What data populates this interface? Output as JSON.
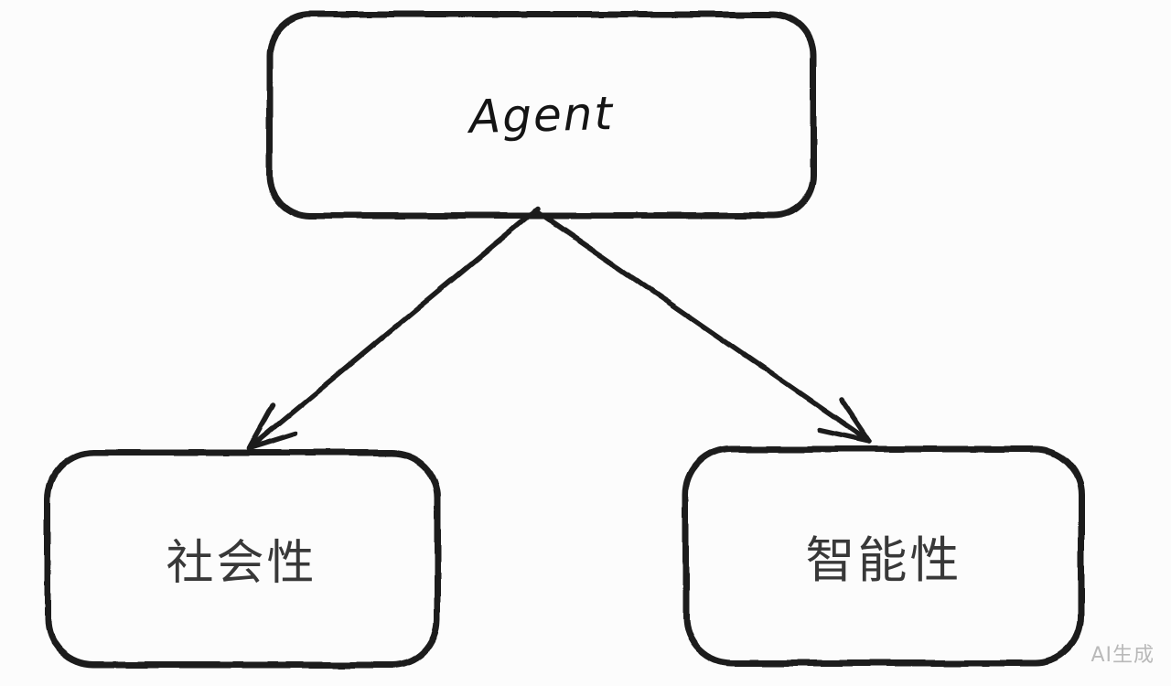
{
  "diagram": {
    "title": "Agent attributes diagram",
    "background_color": "#fcfcfc",
    "stroke_color": "#1b1b1b",
    "label_color": "#383838",
    "watermark_color": "#b9b9b9",
    "nodes": [
      {
        "id": "agent",
        "label": "Agent",
        "style": "handwritten"
      },
      {
        "id": "sociality",
        "label": "社会性",
        "style": "cjk-sans"
      },
      {
        "id": "intelligence",
        "label": "智能性",
        "style": "cjk-sans"
      }
    ],
    "edges": [
      {
        "from": "agent",
        "to": "sociality",
        "arrow": "end"
      },
      {
        "from": "agent",
        "to": "intelligence",
        "arrow": "end"
      }
    ],
    "watermark": "AI生成"
  }
}
